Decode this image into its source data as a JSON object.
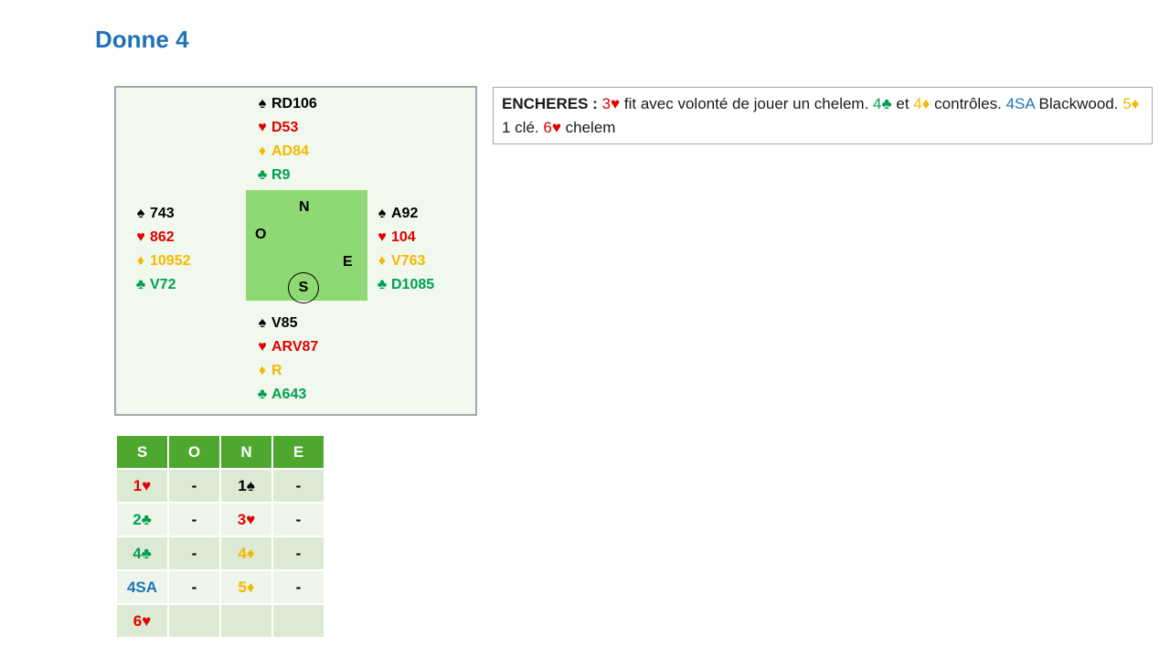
{
  "title": "Donne 4",
  "suits": {
    "spade": "♠",
    "heart": "♥",
    "diamond": "♦",
    "club": "♣"
  },
  "hands": {
    "north": {
      "spades": "RD106",
      "hearts": "D53",
      "diamonds": "AD84",
      "clubs": "R9"
    },
    "west": {
      "spades": "743",
      "hearts": "862",
      "diamonds": "10952",
      "clubs": "V72"
    },
    "east": {
      "spades": "A92",
      "hearts": "104",
      "diamonds": "V763",
      "clubs": "D1085"
    },
    "south": {
      "spades": "V85",
      "hearts": "ARV87",
      "diamonds": "R",
      "clubs": "A643"
    }
  },
  "compass": {
    "n": "N",
    "o": "O",
    "e": "E",
    "s": "S"
  },
  "commentary": {
    "label": "ENCHERES :",
    "bid1": "3♥",
    "text1": " fit avec volonté de jouer un chelem. ",
    "bid2": "4♣",
    "text2": " et ",
    "bid3": "4♦",
    "text3": " contrôles. ",
    "bid4": "4SA",
    "text4": " Blackwood. ",
    "bid5": "5♦",
    "text5": " 1 clé. ",
    "bid6": "6♥",
    "text6": " chelem"
  },
  "auction": {
    "headers": [
      "S",
      "O",
      "N",
      "E"
    ],
    "rows": [
      [
        "1♥",
        "-",
        "1♠",
        "-"
      ],
      [
        "2♣",
        "-",
        "3♥",
        "-"
      ],
      [
        "4♣",
        "-",
        "4♦",
        "-"
      ],
      [
        "4SA",
        "-",
        "5♦",
        "-"
      ],
      [
        "6♥",
        "",
        "",
        ""
      ]
    ]
  },
  "colors": {
    "title": "#1f72b8",
    "spade": "#000000",
    "heart": "#e00000",
    "diamond": "#f5b800",
    "club": "#00a050",
    "sa": "#1f72b8",
    "header": "#4ea72e",
    "board": "#8ed974"
  }
}
